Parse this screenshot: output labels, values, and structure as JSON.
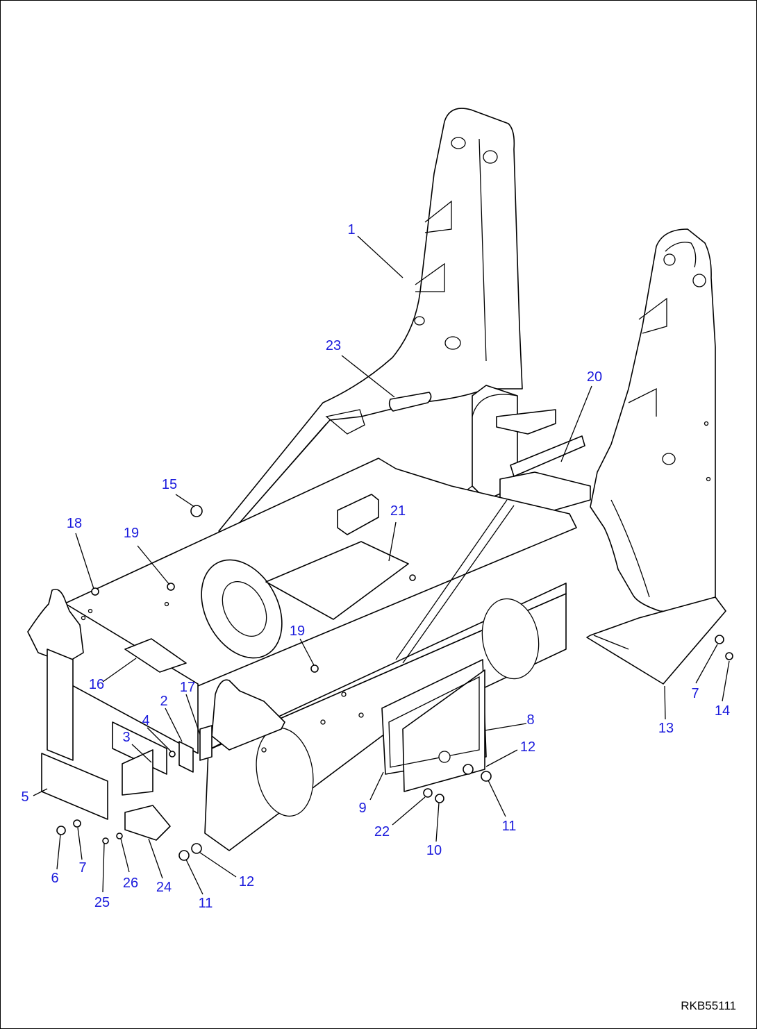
{
  "drawing": {
    "reference": "RKB55111",
    "callouts": {
      "c1": "1",
      "c2": "2",
      "c3": "3",
      "c4": "4",
      "c5": "5",
      "c6": "6",
      "c7a": "7",
      "c7b": "7",
      "c8": "8",
      "c9": "9",
      "c10": "10",
      "c11a": "11",
      "c11b": "11",
      "c12a": "12",
      "c12b": "12",
      "c13": "13",
      "c14": "14",
      "c15": "15",
      "c16": "16",
      "c17": "17",
      "c18": "18",
      "c19a": "19",
      "c19b": "19",
      "c20": "20",
      "c21": "21",
      "c22": "22",
      "c23": "23",
      "c24": "24",
      "c25": "25",
      "c26": "26"
    },
    "colors": {
      "callout": "#1a1adc",
      "line": "#000000"
    }
  }
}
